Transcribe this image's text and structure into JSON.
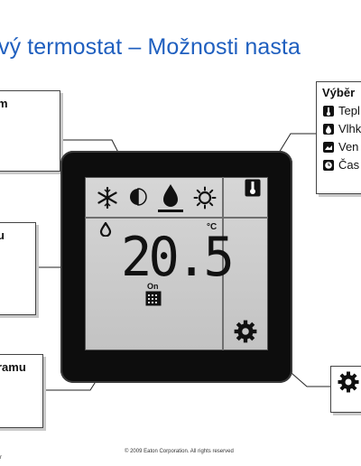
{
  "title": "vý termostat – Možnosti nasta",
  "callouts": {
    "c1": "m",
    "c2": "u",
    "c3": "ramu",
    "c5": "",
    "c4": {
      "heading": "Výběr",
      "items": [
        {
          "label": "Tepl",
          "icon": "thermometer-icon"
        },
        {
          "label": "Vlhk",
          "icon": "water-drop-icon"
        },
        {
          "label": "Ven",
          "icon": "outdoor-icon"
        },
        {
          "label": "Čas",
          "icon": "clock-icon"
        }
      ]
    }
  },
  "display": {
    "temperature": "20.5",
    "unit": "°C",
    "on_label": "On",
    "icons": [
      "snowflake-icon",
      "half-moon-icon",
      "droplet-icon",
      "sun-icon",
      "thermometer-icon",
      "small-drop-icon",
      "calendar-icon",
      "gear-icon"
    ]
  },
  "footer": "© 2009 Eaton Corporation. All rights reserved",
  "footer_mark": "r",
  "colors": {
    "title": "#1f5fbf",
    "device": "#0d0d0d",
    "lcd": "#c8c8c8"
  }
}
